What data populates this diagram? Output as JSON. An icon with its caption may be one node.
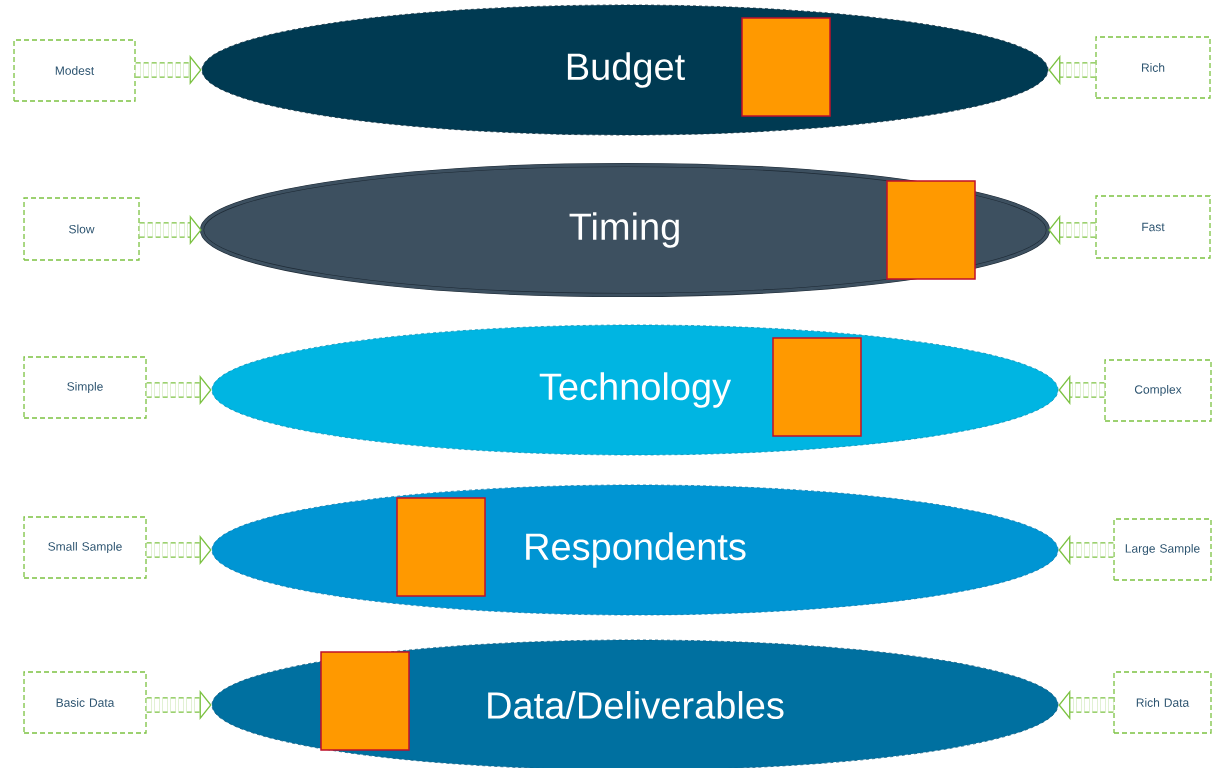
{
  "diagram": {
    "nodes": [
      {
        "text": [
          "Modest"
        ]
      },
      {
        "text": [
          "Budget"
        ]
      },
      {
        "text": [],
        "shape": "box",
        "in": 1
      },
      {
        "text": [
          "Rich"
        ]
      },
      {
        "text": [
          "Slow"
        ]
      },
      {
        "text": [
          "Timing"
        ]
      },
      {
        "text": [],
        "shape": "box",
        "in": 5
      },
      {
        "text": [
          "Fast"
        ]
      },
      {
        "text": [
          "Simple"
        ]
      },
      {
        "text": [
          "Technology"
        ]
      },
      {
        "text": [],
        "shape": "box",
        "in": 9
      },
      {
        "text": [
          "Complex"
        ]
      },
      {
        "text": [
          "Small Sample"
        ]
      },
      {
        "text": [
          "Respondents"
        ]
      },
      {
        "text": [],
        "shape": "box",
        "in": 13
      },
      {
        "text": [
          "Large Sample"
        ]
      },
      {
        "text": [
          "Basic Data"
        ]
      },
      {
        "text": [
          "Data/Deliverables"
        ]
      },
      {
        "text": [],
        "shape": "box",
        "in": 17
      },
      {
        "text": [
          "Rich Data"
        ]
      }
    ],
    "edges": [
      {
        "from": 0,
        "to": 1,
        "arrow": "to",
        "style": "dashed"
      },
      {
        "from": 3,
        "to": 1,
        "arrow": "to",
        "style": "dashed"
      },
      {
        "from": 4,
        "to": 5,
        "arrow": "to",
        "style": "dashed"
      },
      {
        "from": 7,
        "to": 5,
        "arrow": "to",
        "style": "dashed"
      },
      {
        "from": 8,
        "to": 9,
        "arrow": "to",
        "style": "dashed"
      },
      {
        "from": 11,
        "to": 9,
        "arrow": "to",
        "style": "dashed"
      },
      {
        "from": 12,
        "to": 13,
        "arrow": "to",
        "style": "dashed"
      },
      {
        "from": 15,
        "to": 13,
        "arrow": "to",
        "style": "dashed"
      },
      {
        "from": 16,
        "to": 17,
        "arrow": "to",
        "style": "dashed"
      },
      {
        "from": 19,
        "to": 17,
        "arrow": "to",
        "style": "dashed"
      }
    ]
  }
}
